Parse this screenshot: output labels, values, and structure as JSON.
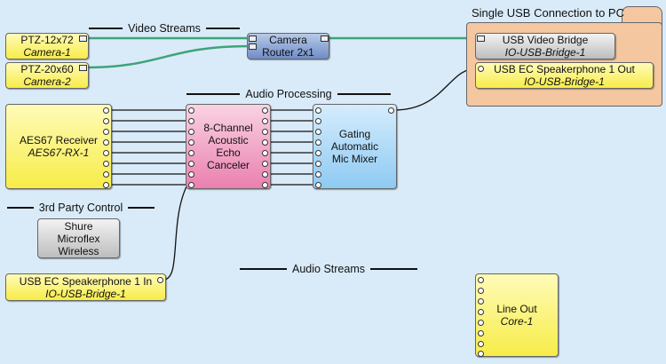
{
  "groups": {
    "usb_connection": "Single USB Connection to PC"
  },
  "sections": {
    "video_streams": "Video Streams",
    "audio_processing": "Audio Processing",
    "third_party_control": "3rd Party Control",
    "audio_streams": "Audio Streams"
  },
  "blocks": {
    "ptz1": {
      "title": "PTZ-12x72",
      "name": "Camera-1"
    },
    "ptz2": {
      "title": "PTZ-20x60",
      "name": "Camera-2"
    },
    "router": {
      "title": "Camera",
      "subtitle": "Router 2x1"
    },
    "usb_video": {
      "title": "USB Video Bridge",
      "name": "IO-USB-Bridge-1"
    },
    "usb_out": {
      "title": "USB EC Speakerphone 1 Out",
      "name": "IO-USB-Bridge-1"
    },
    "aes67": {
      "title": "AES67 Receiver",
      "name": "AES67-RX-1"
    },
    "aec": {
      "line1": "8-Channel",
      "line2": "Acoustic",
      "line3": "Echo",
      "line4": "Canceler"
    },
    "gating": {
      "line1": "Gating",
      "line2": "Automatic",
      "line3": "Mic Mixer"
    },
    "shure": {
      "line1": "Shure",
      "line2": "Microflex",
      "line3": "Wireless"
    },
    "usb_in": {
      "title": "USB EC Speakerphone 1 In",
      "name": "IO-USB-Bridge-1"
    },
    "line_out": {
      "title": "Line Out",
      "name": "Core-1"
    }
  },
  "colors": {
    "background": "#d9ebf8",
    "audio_wire": "#111111",
    "video_wire": "#3fa37a",
    "io_block": "#f7ec48",
    "aec_block": "#ea80b0",
    "mixer_block": "#8ecaf2",
    "router_block": "#6f8dc7",
    "plugin_block": "#bdbdbd",
    "usb_group": "#f4c7a1"
  }
}
